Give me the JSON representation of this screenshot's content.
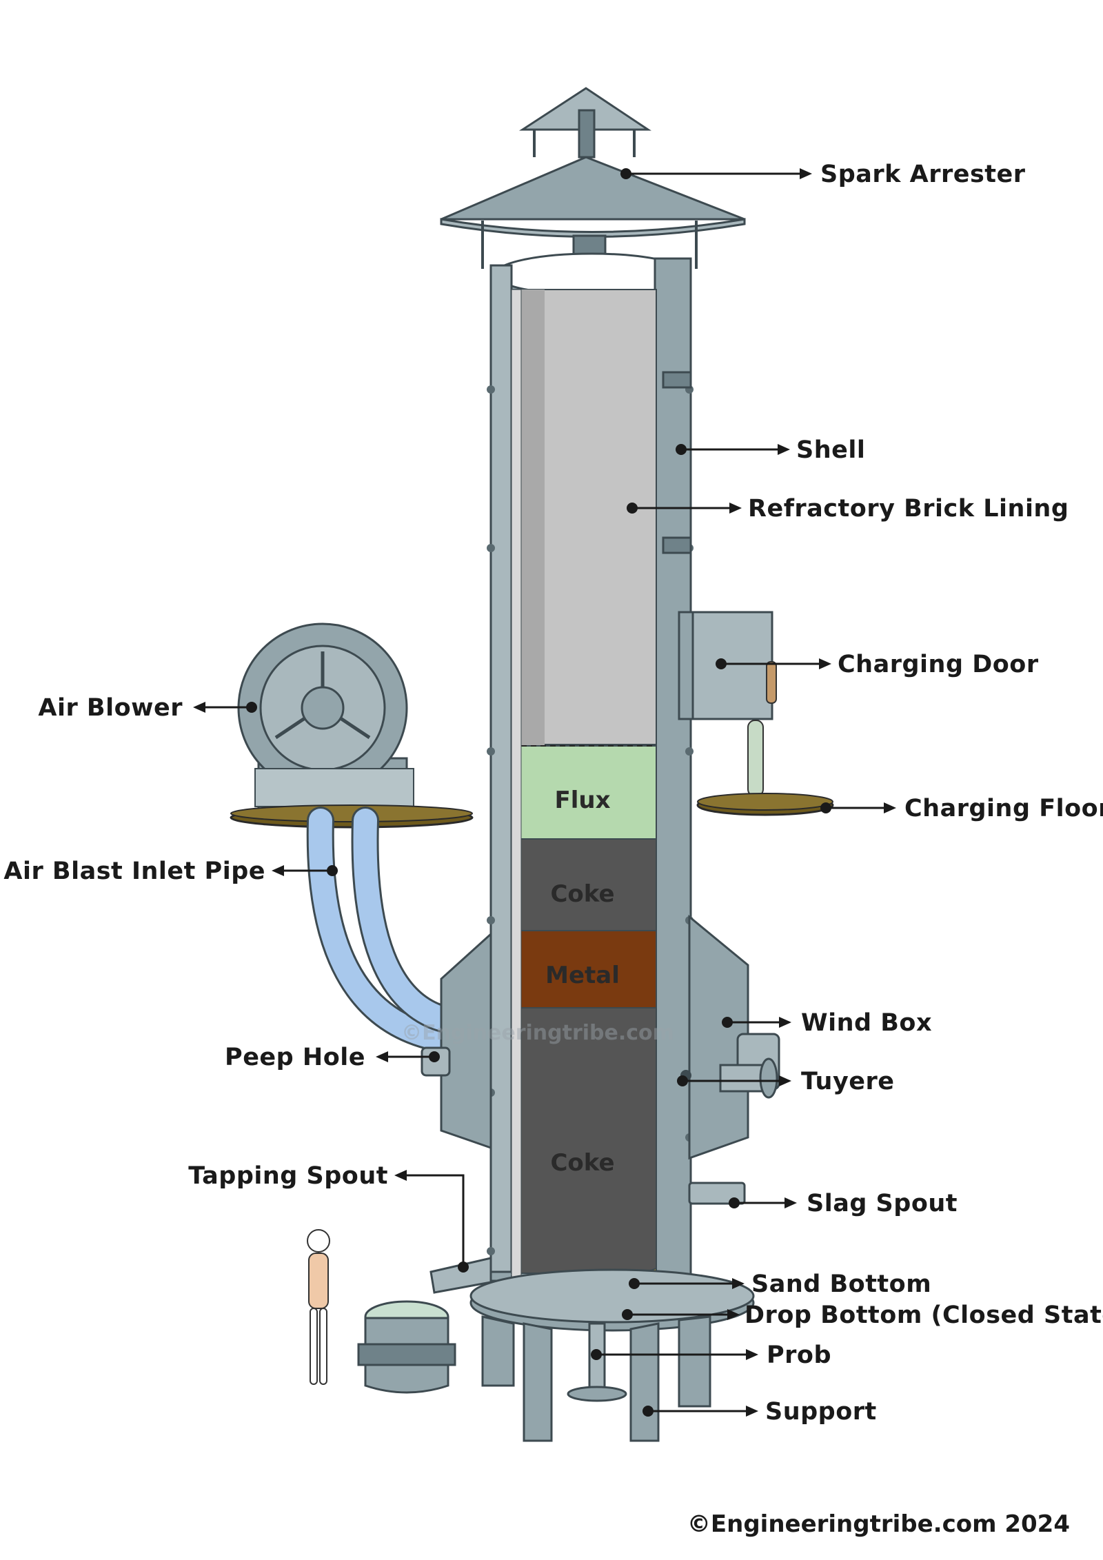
{
  "labels": {
    "spark_arrester": "Spark Arrester",
    "shell": "Shell",
    "refractory": "Refractory Brick Lining",
    "charging_door": "Charging Door",
    "charging_floor": "Charging Floor",
    "air_blower": "Air Blower",
    "air_blast_inlet": "Air Blast Inlet Pipe",
    "wind_box": "Wind Box",
    "tuyere": "Tuyere",
    "peep_hole": "Peep Hole",
    "tapping_spout": "Tapping Spout",
    "slag_spout": "Slag Spout",
    "sand_bottom": "Sand Bottom",
    "drop_bottom": "Drop Bottom (Closed State)",
    "prob": "Prob",
    "support": "Support"
  },
  "layers": {
    "flux": "Flux",
    "coke_upper": "Coke",
    "metal": "Metal",
    "coke_lower": "Coke"
  },
  "watermark": "©Engineeringtribe.com",
  "copyright": "©Engineeringtribe.com 2024",
  "colors": {
    "steel": "#93a5ab",
    "refractory": "#c4c4c4",
    "flux": "#b5d9ae",
    "coke": "#555555",
    "metal": "#7a3a10",
    "sand": "#f2b90f",
    "pipe": "#a8c8ec",
    "floor": "#6e5a1c"
  }
}
